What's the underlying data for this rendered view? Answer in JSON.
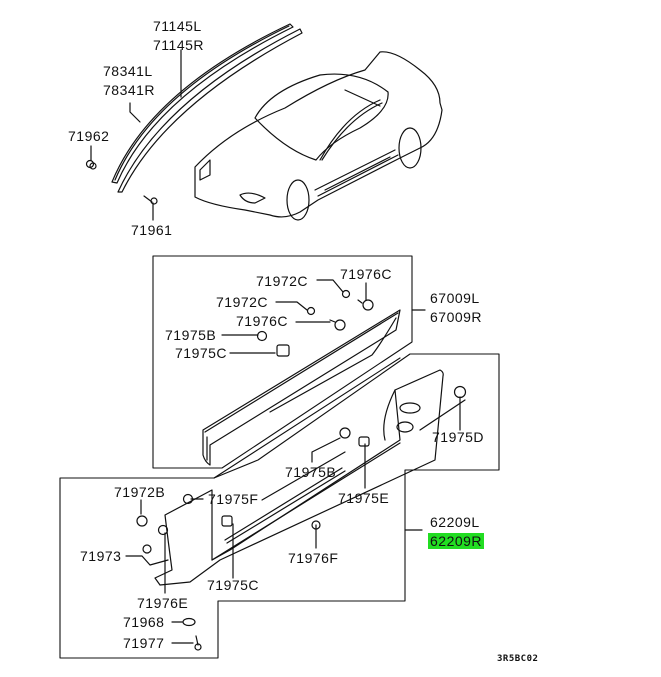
{
  "diagram": {
    "highlight_color": "#22dd22",
    "figure_code": "3R5BC02",
    "labels": {
      "p71145L": "71145L",
      "p71145R": "71145R",
      "p78341L": "78341L",
      "p78341R": "78341R",
      "p71962": "71962",
      "p71961": "71961",
      "p71972C_a": "71972C",
      "p71976C_a": "71976C",
      "p71972C_b": "71972C",
      "p71976C_b": "71976C",
      "p71975B_a": "71975B",
      "p71975C_a": "71975C",
      "p67009L": "67009L",
      "p67009R": "67009R",
      "p71975D": "71975D",
      "p71975B_b": "71975B",
      "p71975E": "71975E",
      "p71972B": "71972B",
      "p71975F": "71975F",
      "p62209L": "62209L",
      "p62209R": "62209R",
      "p71973": "71973",
      "p71976F": "71976F",
      "p71975C_b": "71975C",
      "p71976E": "71976E",
      "p71968": "71968",
      "p71977": "71977"
    },
    "highlighted_part": "62209R"
  }
}
